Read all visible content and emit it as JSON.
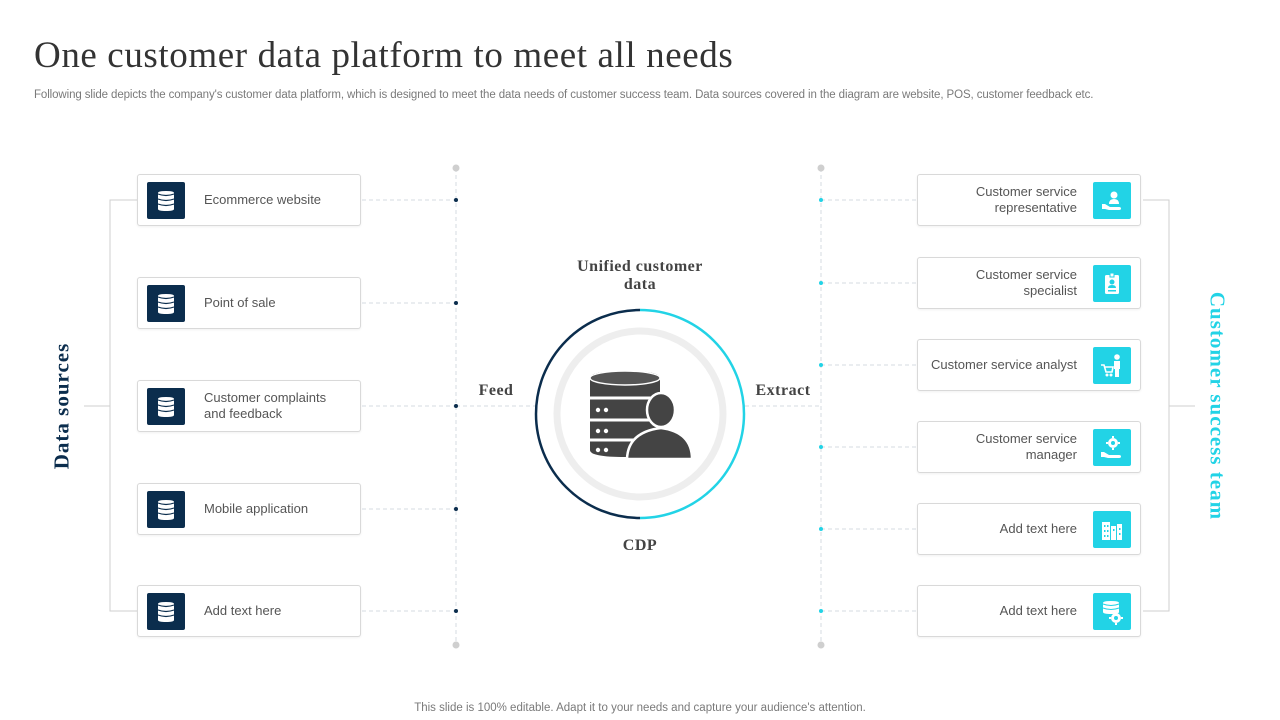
{
  "title": "One customer data platform to meet all needs",
  "subtitle": "Following slide depicts the company's customer data platform, which is designed to meet the data needs of customer success team. Data sources covered in the diagram are website, POS, customer feedback etc.",
  "footer": "This slide is 100% editable. Adapt it to your needs and capture your audience's attention.",
  "left_heading": "Data sources",
  "right_heading": "Customer success team",
  "center": {
    "top_label": "Unified customer data",
    "bottom_label": "CDP",
    "feed_label": "Feed",
    "extract_label": "Extract"
  },
  "data_sources": [
    {
      "label": "Ecommerce website",
      "icon": "database-icon"
    },
    {
      "label": "Point of sale",
      "icon": "database-icon"
    },
    {
      "label": "Customer complaints and feedback",
      "icon": "database-icon"
    },
    {
      "label": "Mobile application",
      "icon": "database-icon"
    },
    {
      "label": "Add text here",
      "icon": "database-icon"
    }
  ],
  "team": [
    {
      "label": "Customer service representative",
      "icon": "hand-person-icon"
    },
    {
      "label": "Customer service specialist",
      "icon": "id-badge-icon"
    },
    {
      "label": "Customer service analyst",
      "icon": "person-cart-icon"
    },
    {
      "label": "Customer service manager",
      "icon": "hand-gear-icon"
    },
    {
      "label": "Add text here",
      "icon": "buildings-icon"
    },
    {
      "label": "Add text here",
      "icon": "database-gear-icon"
    }
  ],
  "colors": {
    "navy": "#0b2d4d",
    "cyan": "#22d3e6"
  }
}
